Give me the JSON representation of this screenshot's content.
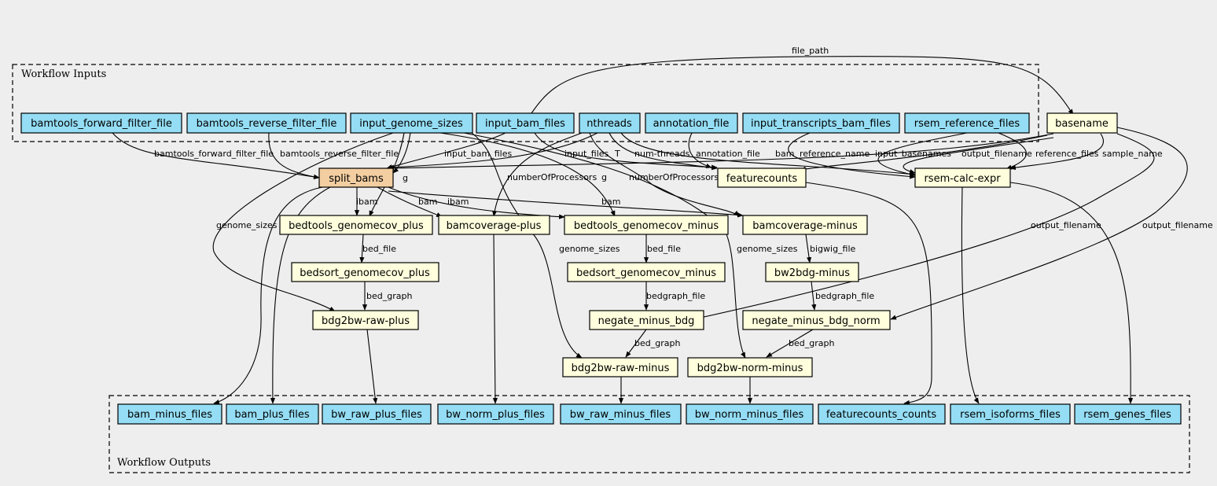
{
  "colors": {
    "input": "#94ddf4",
    "step": "#ffffdd",
    "special": "#f3cea1",
    "background": "#eeeeee"
  },
  "clusters": {
    "inputs": "Workflow Inputs",
    "outputs": "Workflow Outputs"
  },
  "nodes": {
    "bamtools_forward_filter_file": "bamtools_forward_filter_file",
    "bamtools_reverse_filter_file": "bamtools_reverse_filter_file",
    "input_genome_sizes": "input_genome_sizes",
    "input_bam_files": "input_bam_files",
    "nthreads": "nthreads",
    "annotation_file": "annotation_file",
    "input_transcripts_bam_files": "input_transcripts_bam_files",
    "rsem_reference_files": "rsem_reference_files",
    "basename": "basename",
    "split_bams": "split_bams",
    "featurecounts": "featurecounts",
    "rsem_calc_expr": "rsem-calc-expr",
    "bedtools_genomecov_plus": "bedtools_genomecov_plus",
    "bamcoverage_plus": "bamcoverage-plus",
    "bedtools_genomecov_minus": "bedtools_genomecov_minus",
    "bamcoverage_minus": "bamcoverage-minus",
    "bedsort_genomecov_plus": "bedsort_genomecov_plus",
    "bedsort_genomecov_minus": "bedsort_genomecov_minus",
    "bw2bdg_minus": "bw2bdg-minus",
    "bdg2bw_raw_plus": "bdg2bw-raw-plus",
    "negate_minus_bdg": "negate_minus_bdg",
    "negate_minus_bdg_norm": "negate_minus_bdg_norm",
    "bdg2bw_raw_minus": "bdg2bw-raw-minus",
    "bdg2bw_norm_minus": "bdg2bw-norm-minus",
    "bam_minus_files": "bam_minus_files",
    "bam_plus_files": "bam_plus_files",
    "bw_raw_plus_files": "bw_raw_plus_files",
    "bw_norm_plus_files": "bw_norm_plus_files",
    "bw_raw_minus_files": "bw_raw_minus_files",
    "bw_norm_minus_files": "bw_norm_minus_files",
    "featurecounts_counts": "featurecounts_counts",
    "rsem_isoforms_files": "rsem_isoforms_files",
    "rsem_genes_files": "rsem_genes_files"
  },
  "edge_labels": {
    "file_path": "file_path",
    "bamtools_forward_filter_file": "bamtools_forward_filter_file",
    "bamtools_reverse_filter_file": "bamtools_reverse_filter_file",
    "g_split": "g",
    "input_bam_files": "input_bam_files",
    "input_files": "input_files",
    "T": "T",
    "num_threads": "num-threads",
    "annotation_file": "annotation_file",
    "bam": "bam",
    "reference_name": "reference_name",
    "input_basenames": "input_basenames",
    "output_filename": "output_filename",
    "reference_files": "reference_files",
    "sample_name": "sample_name",
    "numberOfProcessors_1": "numberOfProcessors",
    "g_minus": "g",
    "numberOfProcessors_2": "numberOfProcessors",
    "genome_sizes_1": "genome_sizes",
    "ibam_1": "ibam",
    "bam_1": "bam",
    "ibam_2": "ibam",
    "bam_2": "bam",
    "output_filename_1": "output_filename",
    "output_filename_2": "output_filename",
    "bed_file_1": "bed_file",
    "genome_sizes_2": "genome_sizes",
    "bed_file_2": "bed_file",
    "genome_sizes_3": "genome_sizes",
    "bigwig_file": "bigwig_file",
    "bed_graph_1": "bed_graph",
    "bedgraph_file_1": "bedgraph_file",
    "bedgraph_file_2": "bedgraph_file",
    "bed_graph_2": "bed_graph",
    "bed_graph_3": "bed_graph"
  }
}
